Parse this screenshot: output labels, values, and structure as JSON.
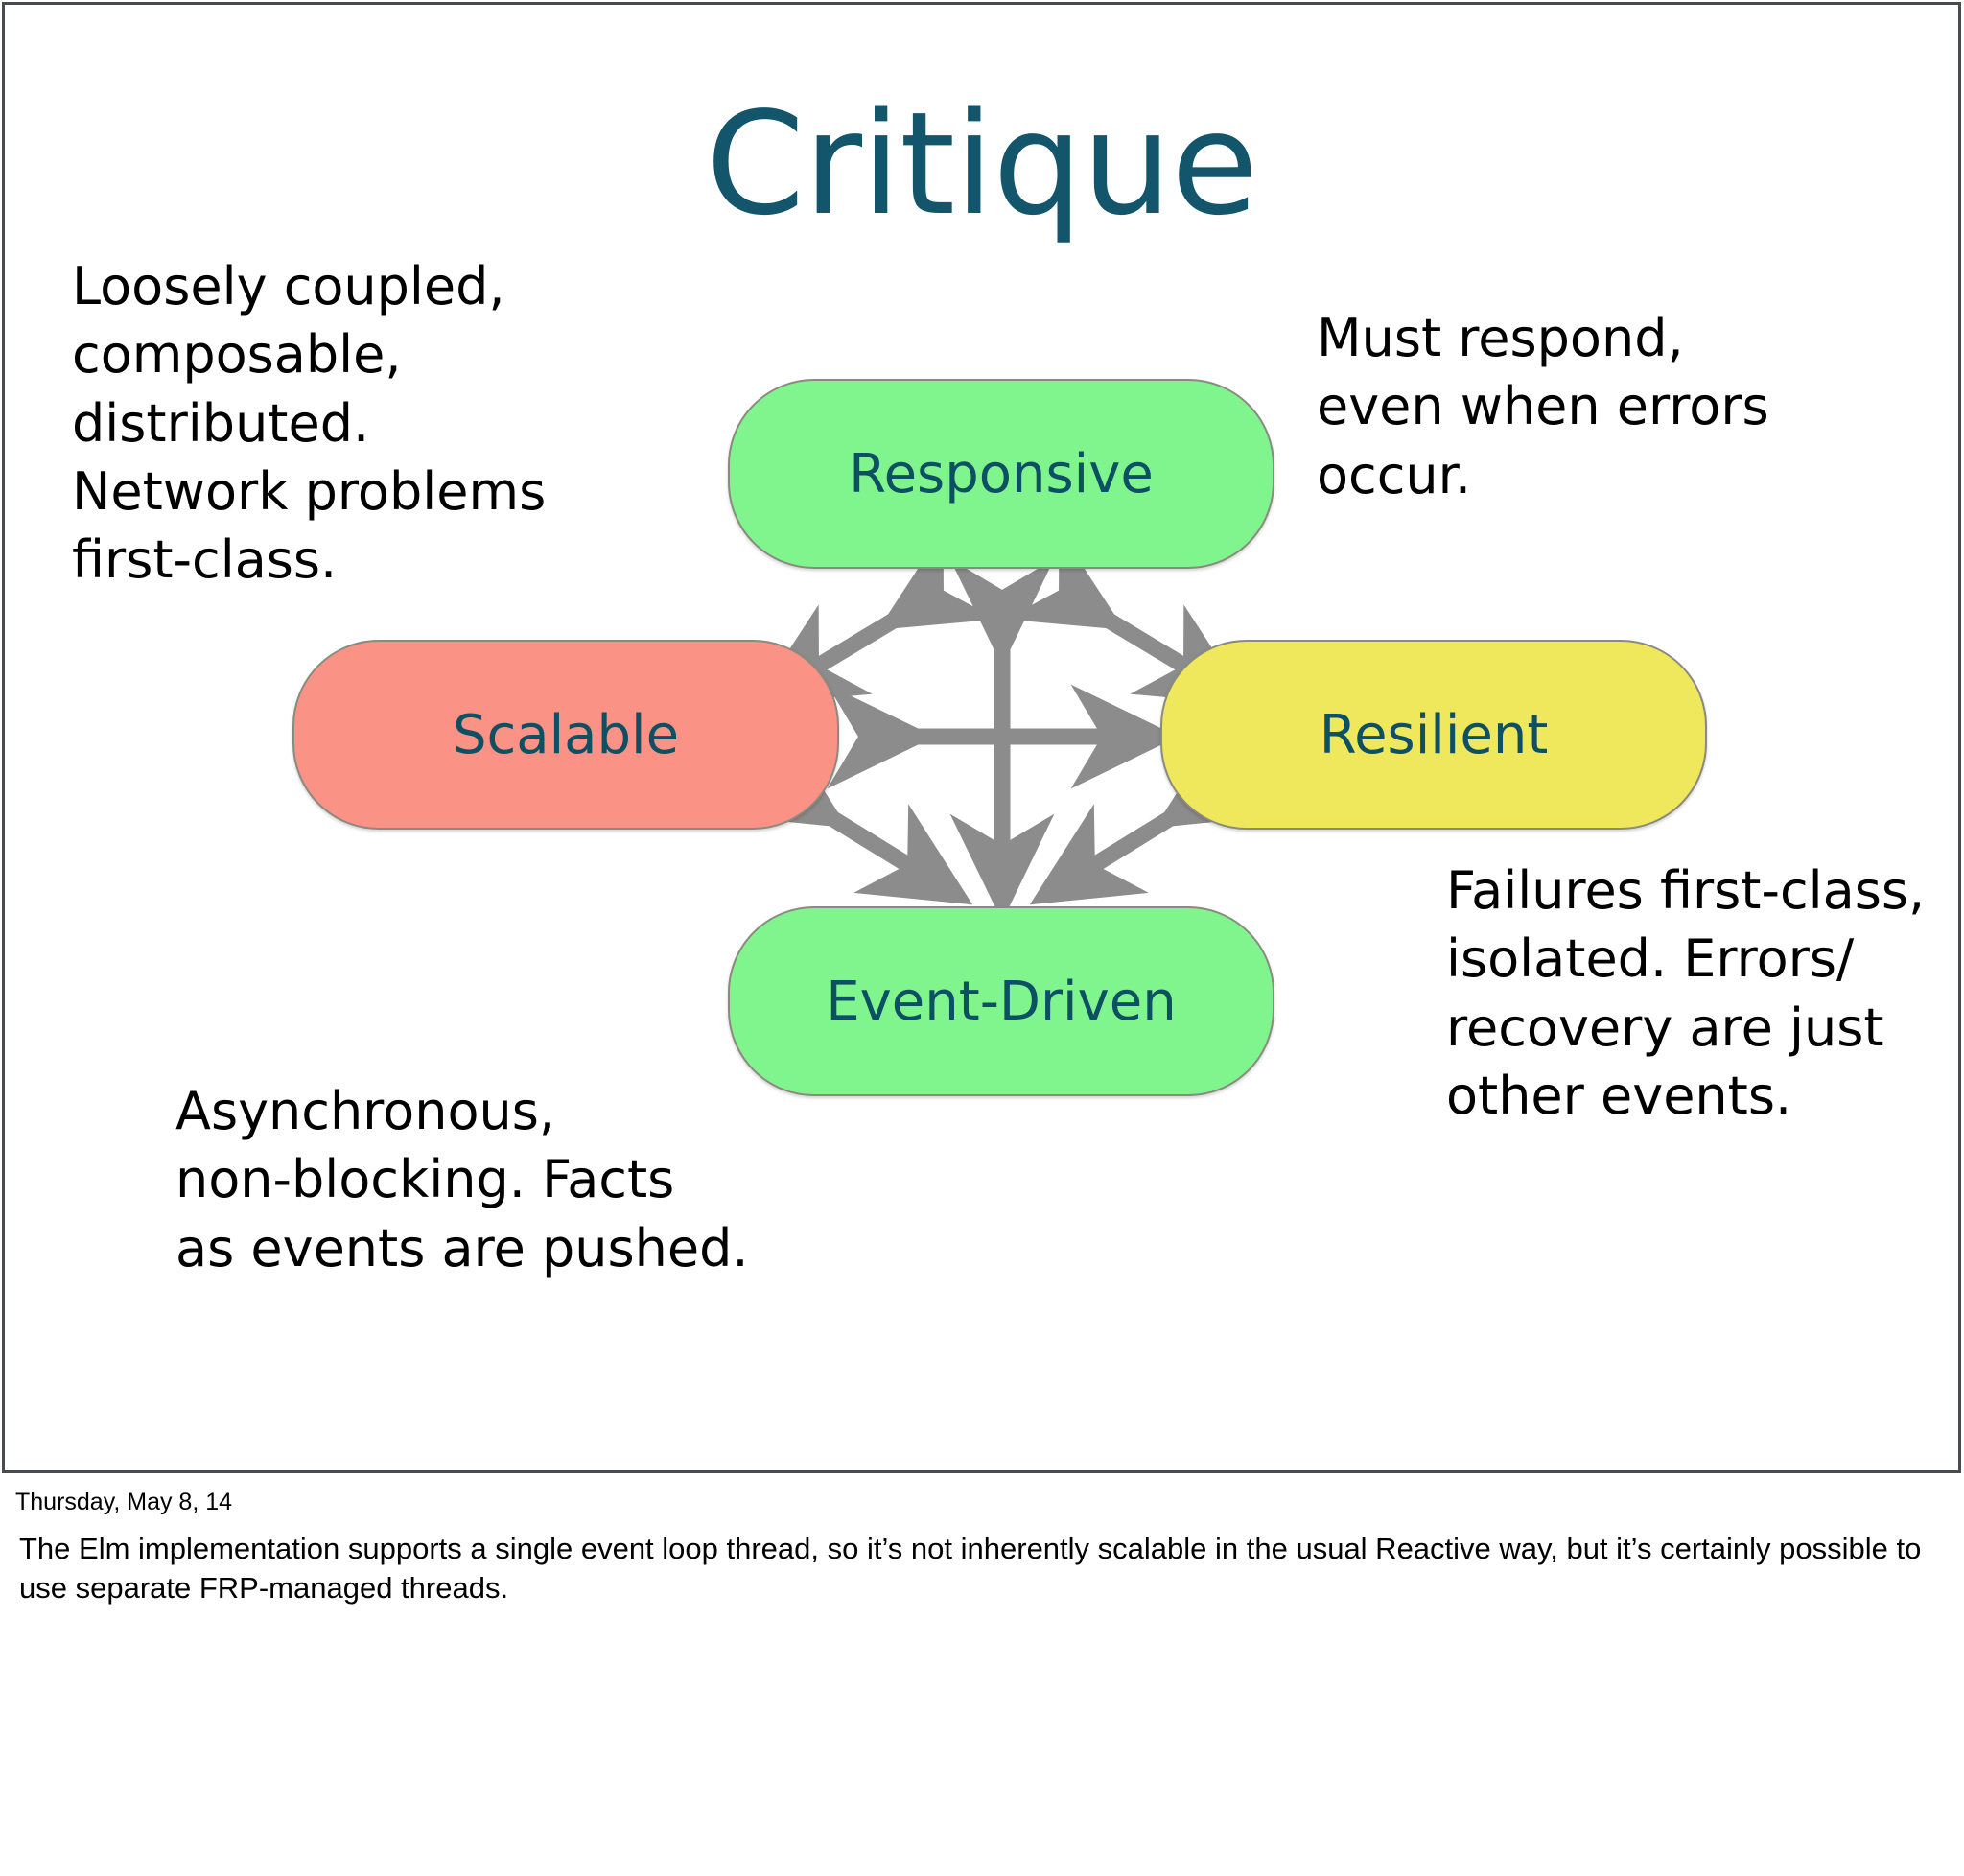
{
  "slide": {
    "title": "Critique",
    "title_color": "#13556b",
    "background": "#ffffff",
    "border_color": "#4a4a52"
  },
  "annotations": {
    "scalable_note": "Loosely coupled,\ncomposable,\ndistributed.\nNetwork problems\nfirst-class.",
    "responsive_note": "Must respond,\neven when errors\noccur.",
    "resilient_note": "Failures first-class,\nisolated. Errors/\nrecovery are just\nother events.",
    "event_note": "Asynchronous,\nnon-blocking. Facts\nas events are pushed."
  },
  "diagram": {
    "arrow_color": "#8c8c8c",
    "node_border_color": "#8a8a80",
    "node_text_color": "#0d4f63",
    "nodes": [
      {
        "id": "responsive",
        "label": "Responsive",
        "color": "#80f58e"
      },
      {
        "id": "scalable",
        "label": "Scalable",
        "color": "#fa9285"
      },
      {
        "id": "resilient",
        "label": "Resilient",
        "color": "#efe75c"
      },
      {
        "id": "event-driven",
        "label": "Event-Driven",
        "color": "#80f58e"
      }
    ]
  },
  "footer": {
    "date": "Thursday, May 8, 14",
    "note": "The Elm implementation supports a single event loop thread, so it’s not inherently scalable in the usual Reactive way, but it’s certainly possible to use separate FRP-managed threads."
  }
}
